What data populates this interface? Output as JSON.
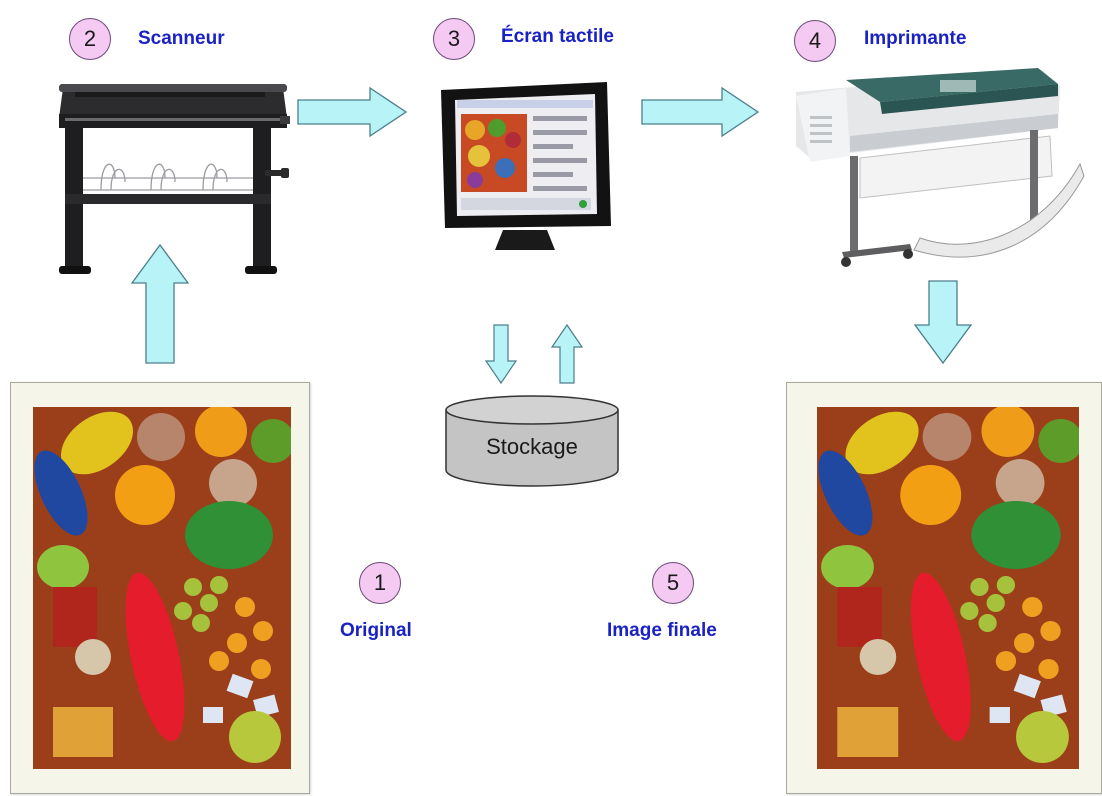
{
  "steps": [
    {
      "num": "1",
      "label": "Original"
    },
    {
      "num": "2",
      "label": "Scanneur"
    },
    {
      "num": "3",
      "label": "Écran tactile"
    },
    {
      "num": "4",
      "label": "Imprimante"
    },
    {
      "num": "5",
      "label": "Image finale"
    }
  ],
  "storage": {
    "label": "Stockage"
  },
  "colors": {
    "label_text": "#1a22c4",
    "step_circle_fill": "#f4c9f2",
    "arrow_fill": "#b8f3f7",
    "arrow_stroke": "#4a7f8a",
    "frame_fill": "#f6f5e9",
    "storage_fill": "#c4c4c4"
  },
  "icons": {
    "scanner": "large-format-scanner-icon",
    "screen": "touch-screen-monitor-icon",
    "printer": "large-format-printer-icon",
    "storage": "storage-cylinder-icon"
  }
}
